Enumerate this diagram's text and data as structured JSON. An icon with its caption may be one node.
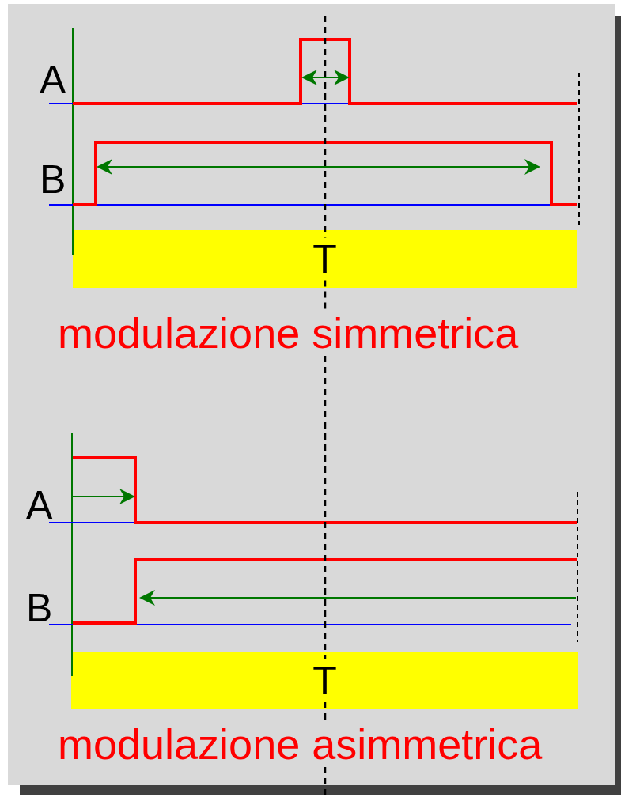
{
  "diagram": {
    "nodes": [
      {
        "text": [
          "T"
        ]
      },
      {
        "text": [
          "T"
        ]
      }
    ],
    "labels": [
      "A",
      "B",
      "modulazione simmetrica",
      "A",
      "B",
      "modulazione asimmetrica"
    ]
  }
}
